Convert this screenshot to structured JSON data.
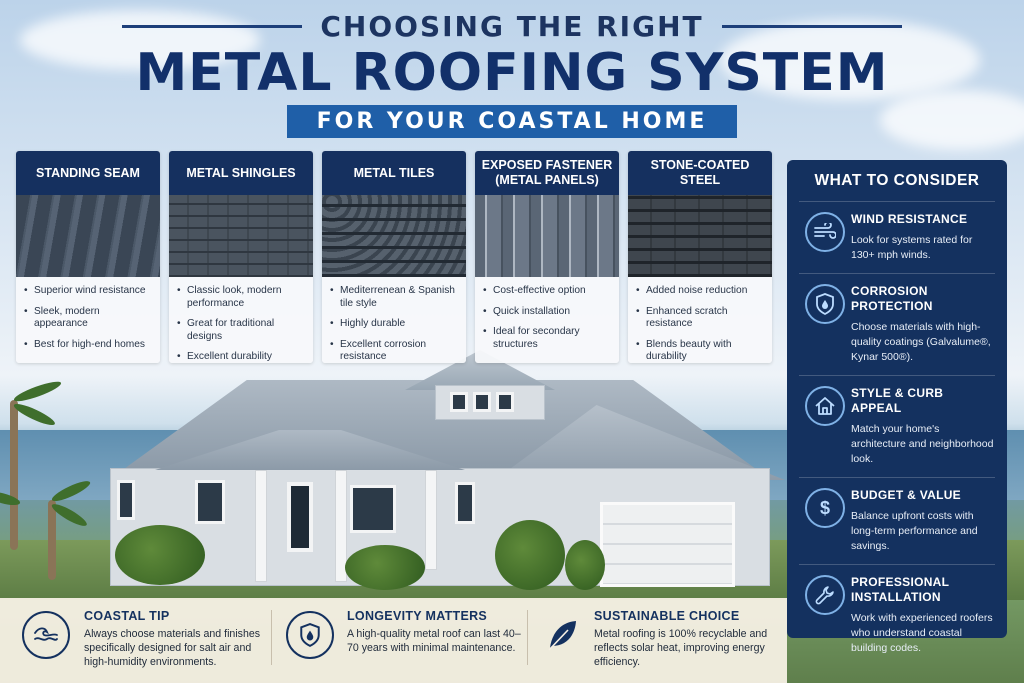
{
  "header": {
    "pre_title": "CHOOSING THE RIGHT",
    "main_title": "METAL ROOFING SYSTEM",
    "sub_title": "FOR YOUR COASTAL HOME"
  },
  "roof_types": [
    {
      "title": "STANDING SEAM",
      "bullets": [
        "Superior wind resistance",
        "Sleek, modern appearance",
        "Best for high-end homes"
      ]
    },
    {
      "title": "METAL SHINGLES",
      "bullets": [
        "Classic look, modern performance",
        "Great for traditional designs",
        "Excellent durability"
      ]
    },
    {
      "title": "METAL TILES",
      "bullets": [
        "Mediterrenean & Spanish tile style",
        "Highly durable",
        "Excellent corrosion resistance"
      ]
    },
    {
      "title": "EXPOSED FASTENER (METAL PANELS)",
      "bullets": [
        "Cost-effective option",
        "Quick installation",
        "Ideal for secondary structures"
      ]
    },
    {
      "title": "STONE-COATED STEEL",
      "bullets": [
        "Added noise reduction",
        "Enhanced scratch resistance",
        "Blends beauty with durability"
      ]
    }
  ],
  "consider": {
    "title": "WHAT TO CONSIDER",
    "items": [
      {
        "icon": "wind-icon",
        "heading": "WIND RESISTANCE",
        "text": "Look for systems rated for 130+ mph winds."
      },
      {
        "icon": "shield-drop-icon",
        "heading": "CORROSION PROTECTION",
        "text": "Choose materials with high-quality coatings (Galvalume®, Kynar 500®)."
      },
      {
        "icon": "house-icon",
        "heading": "STYLE & CURB APPEAL",
        "text": "Match your home's architecture and neighborhood look."
      },
      {
        "icon": "dollar-icon",
        "heading": "BUDGET & VALUE",
        "text": "Balance upfront costs with long-term performance and savings."
      },
      {
        "icon": "wrench-icon",
        "heading": "PROFESSIONAL INSTALLATION",
        "text": "Work with experienced roofers who understand coastal building codes."
      }
    ]
  },
  "tips": [
    {
      "icon": "wave-icon",
      "heading": "COASTAL TIP",
      "text": "Always choose materials and finishes specifically designed for salt air and high-humidity environments."
    },
    {
      "icon": "shield-drop-icon",
      "heading": "LONGEVITY MATTERS",
      "text": "A high-quality metal roof can last 40–70 years with minimal maintenance."
    },
    {
      "icon": "leaf-icon",
      "heading": "SUSTAINABLE CHOICE",
      "text": "Metal roofing is 100% recyclable and reflects solar heat, improving energy efficiency."
    }
  ],
  "colors": {
    "navy": "#14315f",
    "accent_blue": "#1f5fa8",
    "icon_blue": "#7fb1e6"
  }
}
